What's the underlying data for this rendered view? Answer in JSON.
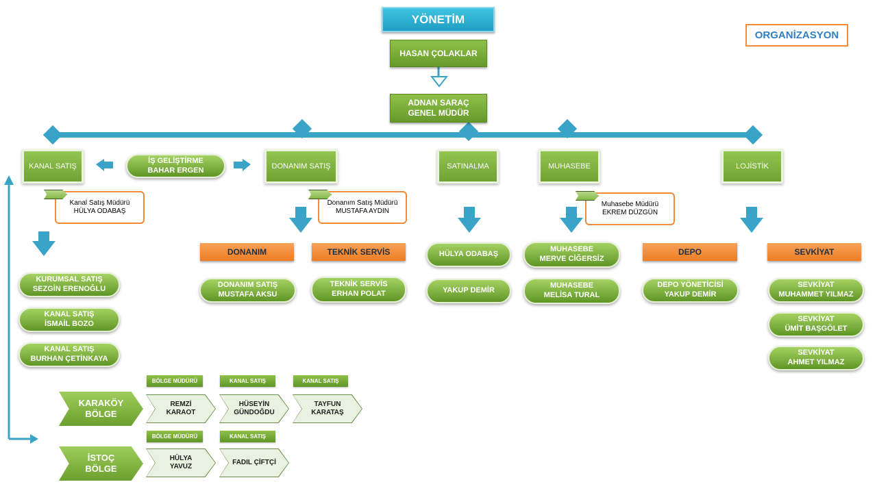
{
  "header": {
    "title": "YÖNETİM",
    "badge": "ORGANİZASYON"
  },
  "top": {
    "owner": "HASAN ÇOLAKLAR",
    "gm_name": "ADNAN SARAÇ",
    "gm_title": "GENEL MÜDÜR"
  },
  "departments": {
    "kanal": "KANAL SATIŞ",
    "donanim": "DONANIM SATIŞ",
    "satinalma": "SATINALMA",
    "muhasebe": "MUHASEBE",
    "lojistik": "LOJİSTİK"
  },
  "is_gelistirme": {
    "title": "İŞ GELİŞTİRME",
    "name": "BAHAR ERGEN"
  },
  "managers": {
    "kanal": {
      "title": "Kanal Satış Müdürü",
      "name": "HÜLYA ODABAŞ"
    },
    "donanim": {
      "title": "Donanım Satış Müdürü",
      "name": "MUSTAFA AYDIN"
    },
    "muhasebe": {
      "title": "Muhasebe Müdürü",
      "name": "EKREM DÜZGÜN"
    }
  },
  "kanal_staff": [
    {
      "role": "KURUMSAL SATIŞ",
      "name": "SEZGİN ERENOĞLU"
    },
    {
      "role": "KANAL SATIŞ",
      "name": "İSMAİL BOZO"
    },
    {
      "role": "KANAL SATIŞ",
      "name": "BURHAN ÇETİNKAYA"
    }
  ],
  "sections": {
    "donanim": "DONANIM",
    "teknik": "TEKNİK SERVİS",
    "depo": "DEPO",
    "sevkiyat": "SEVKİYAT"
  },
  "donanim_staff": {
    "role": "DONANIM SATIŞ",
    "name": "MUSTAFA AKSU"
  },
  "teknik_staff": {
    "role": "TEKNİK SERVİS",
    "name": "ERHAN POLAT"
  },
  "satinalma_staff": [
    "HÜLYA ODABAŞ",
    "YAKUP DEMİR"
  ],
  "muhasebe_staff": [
    {
      "role": "MUHASEBE",
      "name": "MERVE CİĞERSİZ"
    },
    {
      "role": "MUHASEBE",
      "name": "MELİSA TURAL"
    }
  ],
  "depo_staff": {
    "role": "DEPO YÖNETİCİSİ",
    "name": "YAKUP DEMİR"
  },
  "sevkiyat_staff": [
    {
      "role": "SEVKİYAT",
      "name": "MUHAMMET YILMAZ"
    },
    {
      "role": "SEVKİYAT",
      "name": "ÜMİT BAŞGÖLET"
    },
    {
      "role": "SEVKİYAT",
      "name": "AHMET YILMAZ"
    }
  ],
  "regions": {
    "karakoy": {
      "line1": "KARAKÖY",
      "line2": "BÖLGE",
      "tags": [
        "BÖLGE MÜDÜRÜ",
        "KANAL SATIŞ",
        "KANAL SATIŞ"
      ],
      "people": [
        {
          "l1": "REMZİ",
          "l2": "KARAOT"
        },
        {
          "l1": "HÜSEYİN",
          "l2": "GÜNDOĞDU"
        },
        {
          "l1": "TAYFUN",
          "l2": "KARATAŞ"
        }
      ]
    },
    "istoc": {
      "line1": "İSTOÇ",
      "line2": "BÖLGE",
      "tags": [
        "BÖLGE MÜDÜRÜ",
        "KANAL SATIŞ"
      ],
      "people": [
        {
          "l1": "HÜLYA",
          "l2": "YAVUZ"
        },
        {
          "l1": "FADIL ÇİFTÇİ",
          "l2": ""
        }
      ]
    }
  },
  "colors": {
    "accent_blue": "#3aa3c8",
    "green": "#6fa233",
    "orange": "#ee7d22"
  }
}
